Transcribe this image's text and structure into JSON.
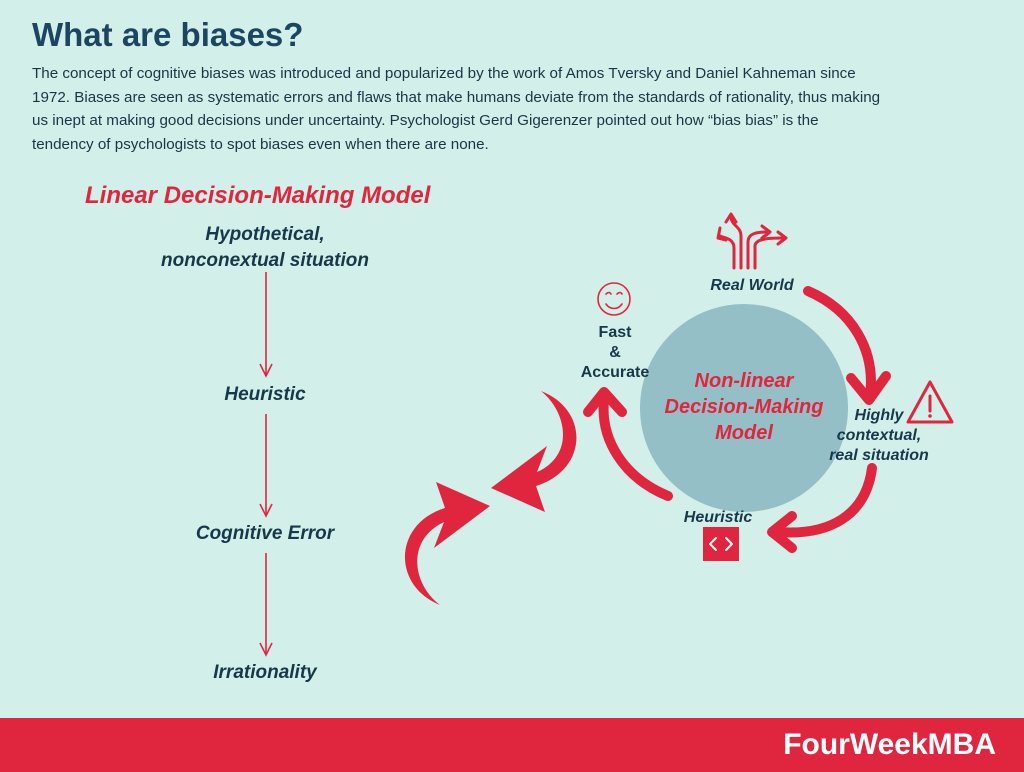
{
  "header": {
    "title": "What are biases?",
    "intro": "The concept of cognitive biases was introduced and popularized by the work of Amos Tversky and Daniel Kahneman since 1972. Biases are seen as systematic errors and flaws that make humans deviate from the standards of rationality, thus making us inept at making good decisions under uncertainty. Psychologist Gerd Gigerenzer pointed out how “bias bias” is the tendency of psychologists to spot biases even when there are none."
  },
  "linear_model": {
    "title": "Linear Decision-Making Model",
    "steps": [
      "Hypothetical,\nnonconextual situation",
      "Heuristic",
      "Cognitive Error",
      "Irrationality"
    ]
  },
  "nonlinear_model": {
    "center_label": "Non-linear\nDecision-Making\nModel",
    "real_world": "Real World",
    "highly_contextual": "Highly\ncontextual,\nreal situation",
    "heuristic": "Heuristic",
    "fast_accurate": "Fast\n&\nAccurate"
  },
  "icons": {
    "real_world": "branching-arrows-icon",
    "highly_contextual": "warning-triangle-icon",
    "heuristic": "code-brackets-icon",
    "fast_accurate": "smiley-face-icon",
    "transition": "curved-swap-arrows-icon"
  },
  "colors": {
    "background": "#d2efe9",
    "accent": "#e0263e",
    "title": "#1c4560",
    "circle": "#94bfc6",
    "text": "#17384a"
  },
  "footer": {
    "brand": "FourWeekMBA"
  }
}
